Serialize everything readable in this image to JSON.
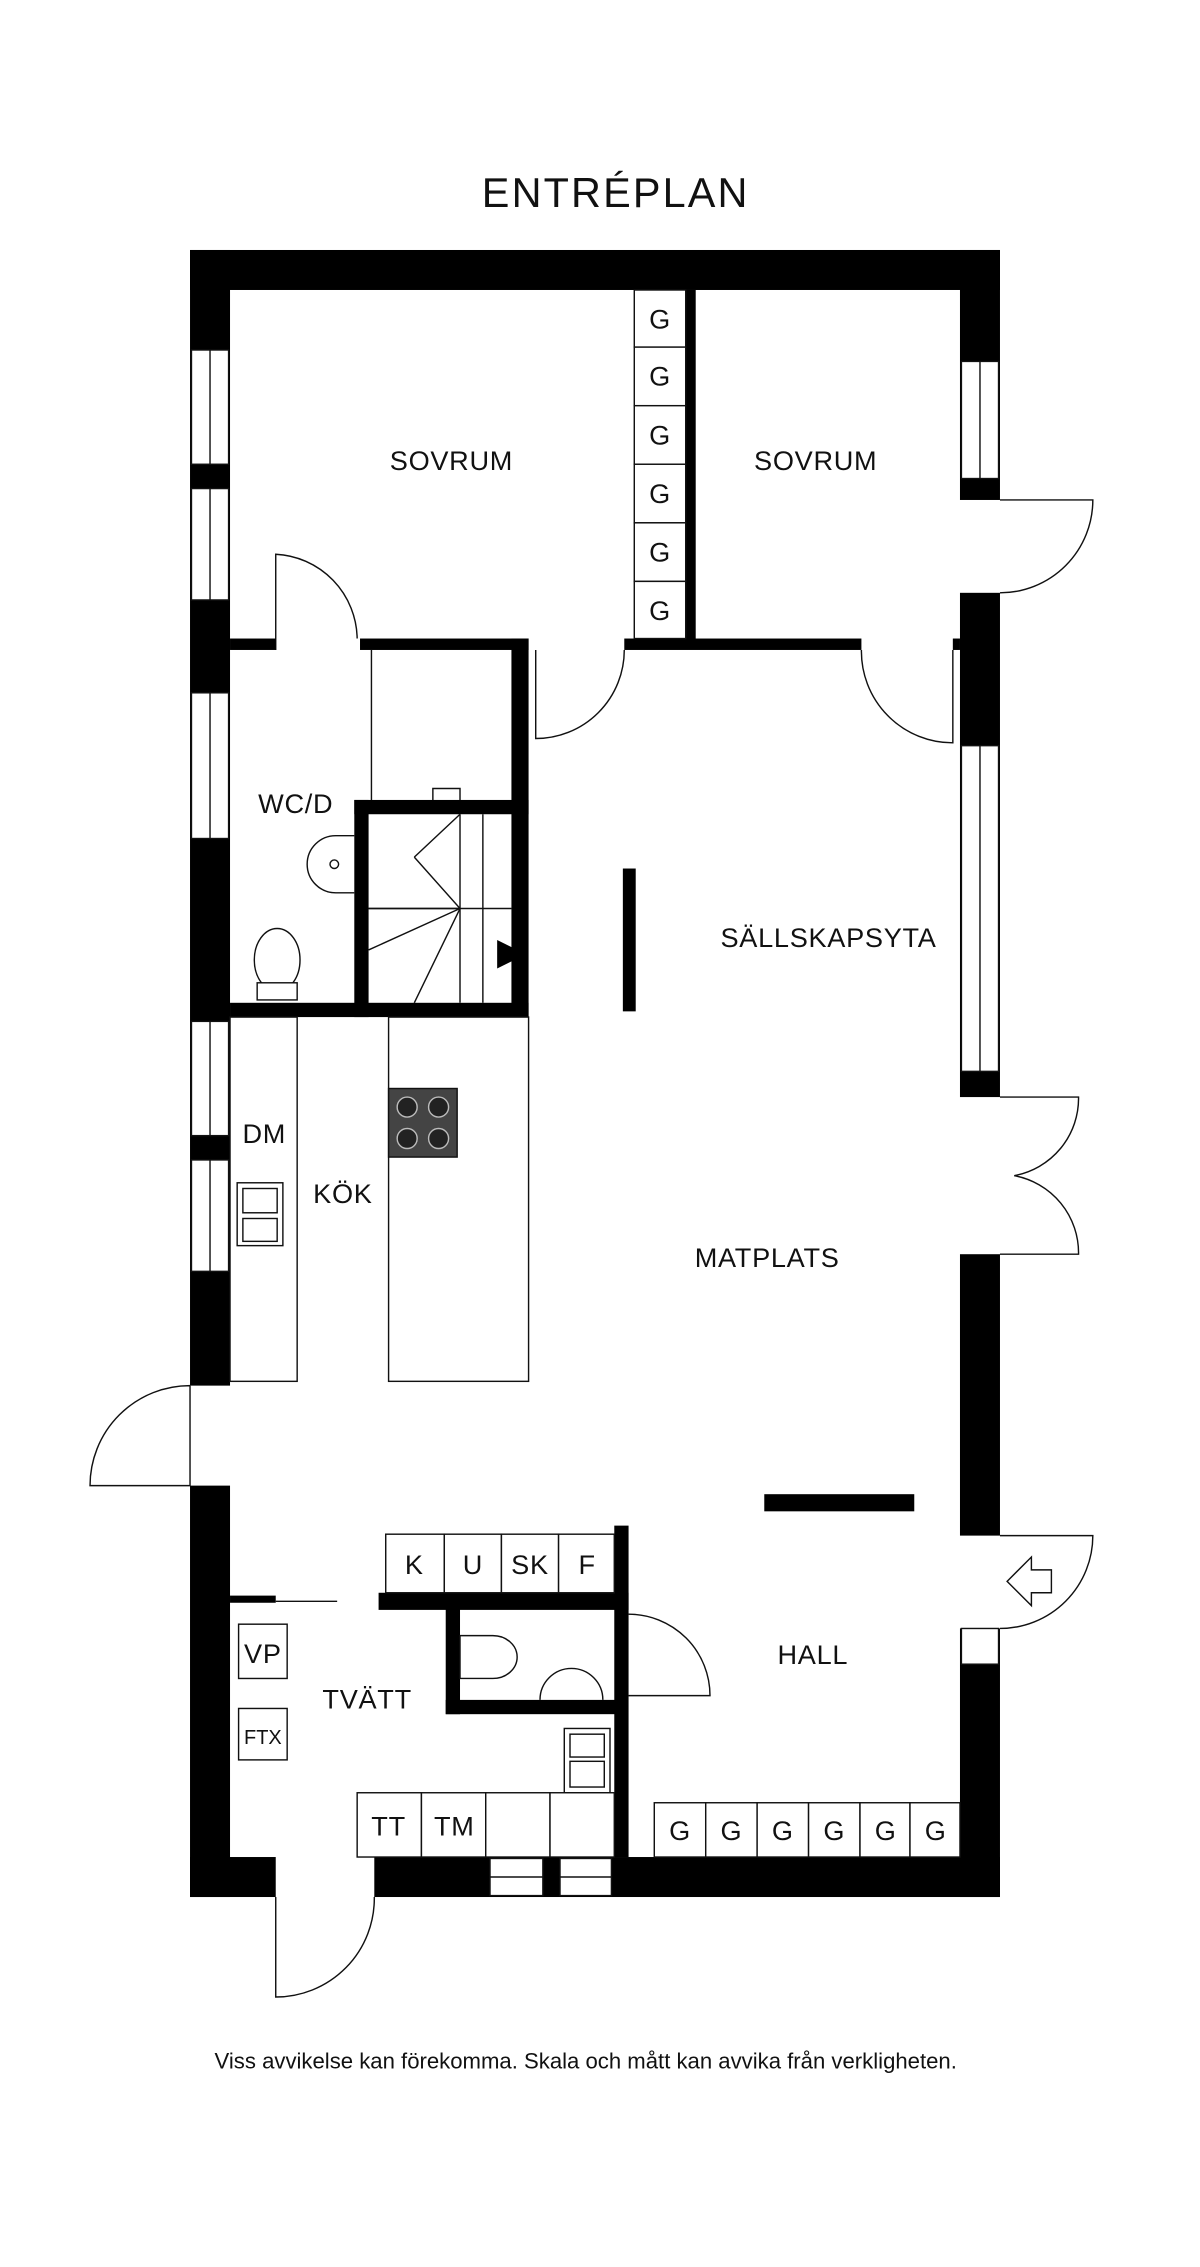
{
  "title": "ENTRÉPLAN",
  "rooms": {
    "sovrum_1": "SOVRUM",
    "sovrum_2": "SOVRUM",
    "wcd": "WC/D",
    "sallskapsyta": "SÄLLSKAPSYTA",
    "kok": "KÖK",
    "matplats": "MATPLATS",
    "hall": "HALL",
    "tvatt": "TVÄTT"
  },
  "fixtures": {
    "dm": "DM",
    "vp": "VP",
    "ftx": "FTX",
    "tt": "TT",
    "tm": "TM",
    "storage_row": [
      "K",
      "U",
      "SK",
      "F"
    ],
    "wardrobe_bedroom": [
      "G",
      "G",
      "G",
      "G",
      "G",
      "G"
    ],
    "wardrobe_hall": [
      "G",
      "G",
      "G",
      "G",
      "G",
      "G"
    ]
  },
  "disclaimer": "Viss avvikelse kan förekomma. Skala och mått kan avvika från verkligheten."
}
